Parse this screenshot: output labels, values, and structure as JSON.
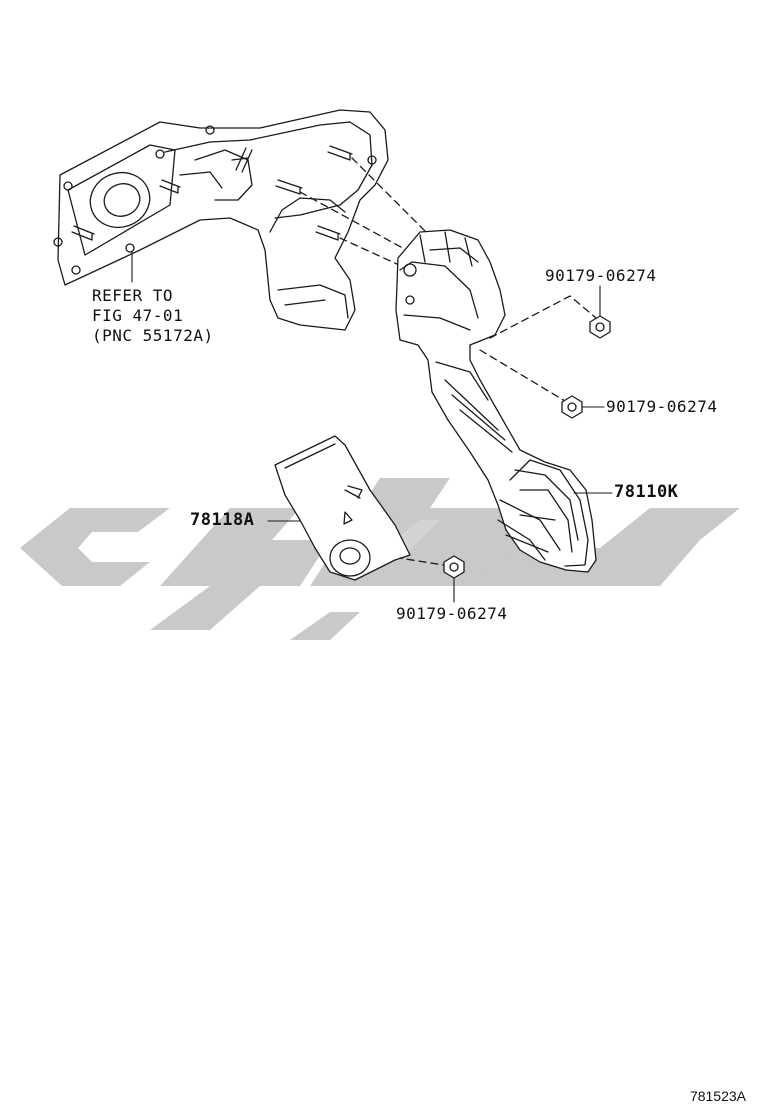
{
  "diagram": {
    "refer_note": {
      "line1": "REFER TO",
      "line2": "FIG 47-01",
      "line3": "(PNC 55172A)"
    },
    "callouts": {
      "nut_upper": "90179-06274",
      "nut_middle": "90179-06274",
      "nut_lower": "90179-06274",
      "pedal_assy": "78110K",
      "pedal_cover": "78118A"
    },
    "figure_id": "781523A",
    "colors": {
      "line": "#1a1a1a",
      "watermark": "#c8c8c8",
      "background": "#ffffff"
    }
  }
}
